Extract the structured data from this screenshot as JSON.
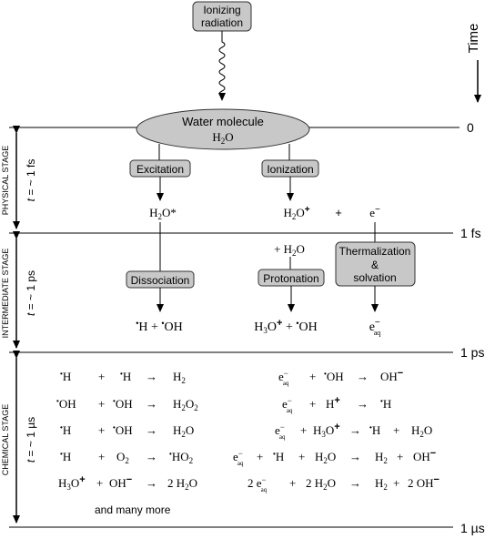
{
  "source_box": {
    "line1": "Ionizing",
    "line2": "radiation"
  },
  "time_axis": {
    "label": "Time"
  },
  "water": {
    "label": "Water molecule",
    "formula": "H",
    "sub": "2",
    "formula_end": "O"
  },
  "time_marks": [
    "0",
    "1 fs",
    "1 ps",
    "1 µs"
  ],
  "stages": [
    {
      "name": "PHYSICAL STAGE",
      "t_sym": "t",
      "t_text": " = ~ 1 fs"
    },
    {
      "name": "INTERMEDIATE STAGE",
      "t_sym": "t",
      "t_text": " = ~ 1 ps"
    },
    {
      "name": "CHEMICAL STAGE",
      "t_sym": "t",
      "t_text": " = ~ 1 µs"
    }
  ],
  "process_labels": {
    "excitation": "Excitation",
    "ionization": "Ionization",
    "dissociation": "Dissociation",
    "protonation": "Protonation",
    "thermalization": [
      "Thermalization",
      "&",
      "solvation"
    ]
  },
  "physical_products": {
    "excited": "H2O*",
    "ion": "H2O+",
    "plus": "+",
    "electron": "e−"
  },
  "plus_water": "+ H2O",
  "intermediate_products": {
    "dissociation": "•H + •OH",
    "protonation": "H3O+ + •OH",
    "solvated": "e−aq"
  },
  "reactions_left": [
    "•H + •H → H2",
    "•OH + •OH → H2O2",
    "•H + •OH → H2O",
    "•H + O2 → •HO2",
    "H3O+ + OH− → 2 H2O"
  ],
  "reactions_right": [
    "e−aq + •OH → OH−",
    "e−aq + H+ → •H",
    "e−aq + H3O+ → •H + H2O",
    "e−aq + •H + H2O → H2 + OH−",
    "2 e−aq + 2 H2O → H2 + 2 OH−"
  ],
  "footnote": "and many more"
}
